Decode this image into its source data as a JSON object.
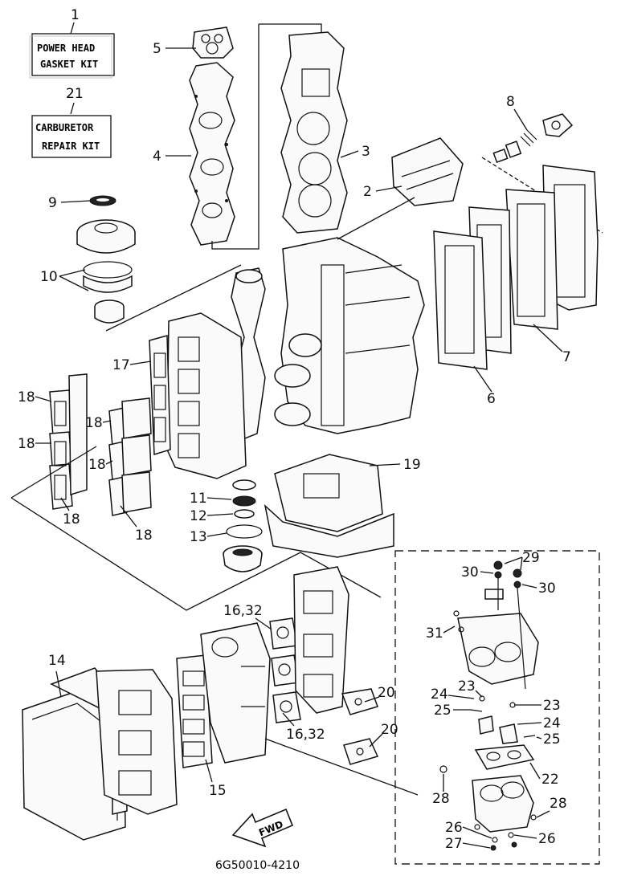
{
  "kits": {
    "power_head": {
      "number": "1",
      "line1": "POWER HEAD",
      "line2": "GASKET KIT"
    },
    "carburetor": {
      "number": "21",
      "line1": "CARBURETOR",
      "line2": "REPAIR KIT"
    }
  },
  "callouts": {
    "c2": "2",
    "c3": "3",
    "c4": "4",
    "c5": "5",
    "c6": "6",
    "c7": "7",
    "c8": "8",
    "c9": "9",
    "c10": "10",
    "c11": "11",
    "c12": "12",
    "c13": "13",
    "c14": "14",
    "c15": "15",
    "c16a": "16,32",
    "c16b": "16,32",
    "c17": "17",
    "c18a": "18",
    "c18b": "18",
    "c18c": "18",
    "c18d": "18",
    "c18e": "18",
    "c18f": "18",
    "c19": "19",
    "c20a": "20",
    "c20b": "20",
    "c22": "22",
    "c23a": "23",
    "c23b": "23",
    "c24a": "24",
    "c24b": "24",
    "c25a": "25",
    "c25b": "25",
    "c26a": "26",
    "c26b": "26",
    "c27": "27",
    "c28a": "28",
    "c28b": "28",
    "c29": "29",
    "c30a": "30",
    "c30b": "30",
    "c31": "31"
  },
  "fwd_label": "FWD",
  "diagram_code": "6G50010-4210"
}
